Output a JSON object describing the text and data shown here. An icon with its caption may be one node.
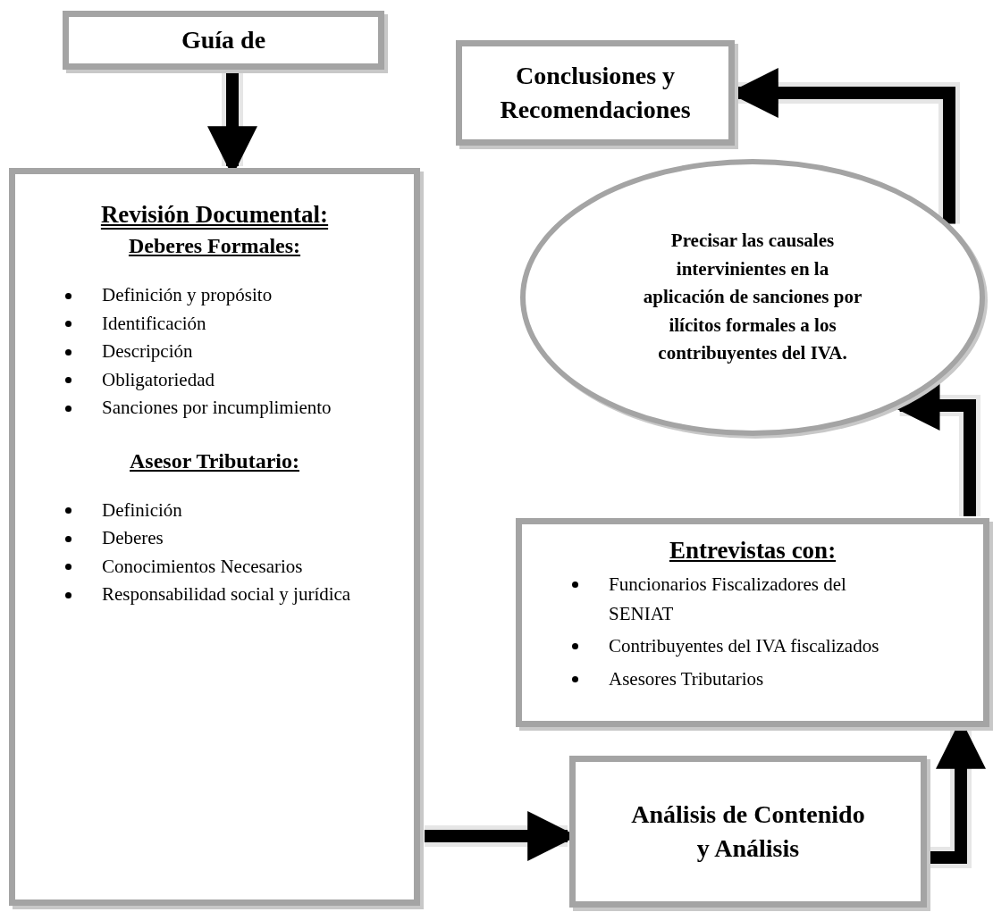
{
  "diagram": {
    "nodes": [
      {
        "text": [
          "Guía de"
        ]
      },
      {
        "text": [
          "Revisión Documental:",
          "Deberes Formales:",
          "Definición y propósito",
          "Identificación",
          "Descripción",
          "Obligatoriedad",
          "Sanciones por incumplimiento",
          "Asesor Tributario:",
          "Definición",
          "Deberes",
          "Conocimientos Necesarios",
          "Responsabilidad social y jurídica"
        ]
      },
      {
        "text": [
          "Conclusiones y Recomendaciones"
        ]
      },
      {
        "text": [
          "Precisar las causales intervinientes en la aplicación de sanciones por ilícitos formales a los contribuyentes del IVA."
        ]
      },
      {
        "text": [
          "Entrevistas con:",
          "Funcionarios Fiscalizadores del SENIAT",
          "Contribuyentes del IVA fiscalizados",
          "Asesores Tributarios"
        ]
      },
      {
        "text": [
          "Análisis de Contenido y Análisis"
        ]
      }
    ],
    "edges": [
      {
        "from": 0,
        "to": 1,
        "arrow": "to"
      },
      {
        "from": 1,
        "to": 5,
        "arrow": "to"
      },
      {
        "from": 5,
        "to": 4,
        "arrow": "to"
      },
      {
        "from": 4,
        "to": 3,
        "arrow": "to"
      },
      {
        "from": 3,
        "to": 2,
        "arrow": "to"
      }
    ]
  }
}
